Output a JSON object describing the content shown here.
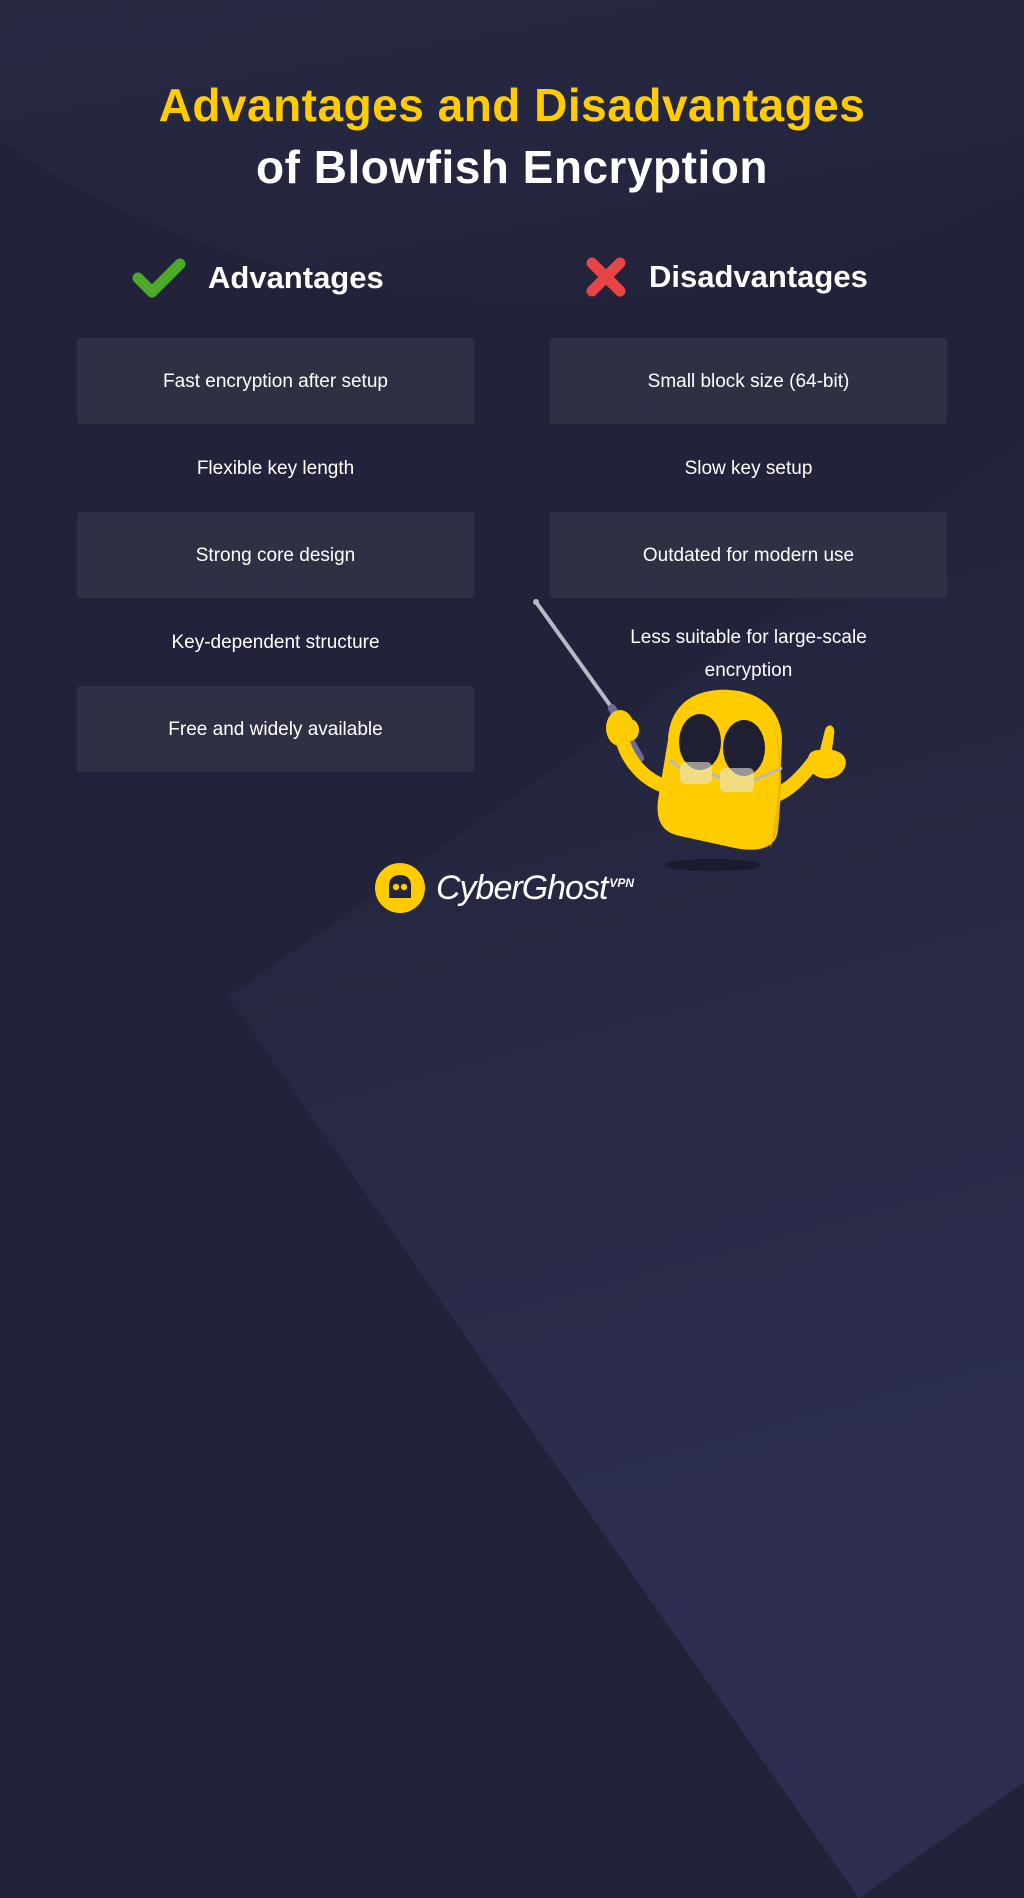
{
  "title": {
    "line1": "Advantages and Disadvantages",
    "line2": "of Blowfish Encryption"
  },
  "advantages": {
    "heading": "Advantages",
    "icon": "check-icon",
    "icon_color": "#4caa29",
    "items": [
      "Fast encryption after setup",
      "Flexible key length",
      "Strong core design",
      "Key-dependent structure",
      "Free and widely available"
    ]
  },
  "disadvantages": {
    "heading": "Disadvantages",
    "icon": "cross-icon",
    "icon_color": "#e54545",
    "items": [
      "Small block size (64-bit)",
      "Slow key setup",
      "Outdated for modern use",
      "Less suitable for large-scale encryption"
    ]
  },
  "brand": {
    "name": "CyberGhost",
    "suffix": "VPN",
    "accent": "#ffcc00"
  },
  "colors": {
    "background": "#22233a",
    "box": "#2f3043",
    "title_accent": "#ffcc00"
  }
}
